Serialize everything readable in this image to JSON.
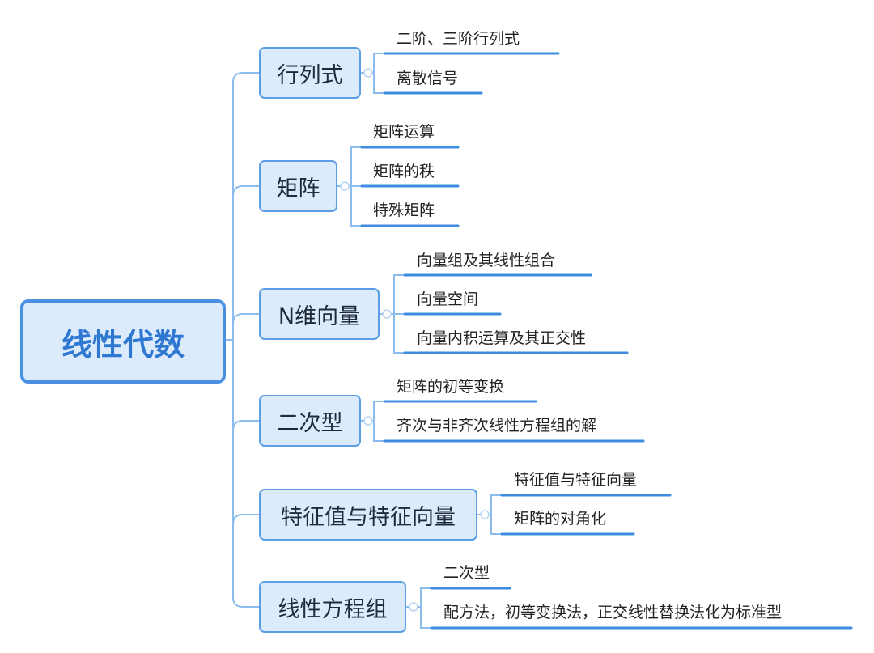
{
  "root": {
    "label": "线性代数"
  },
  "branches": [
    {
      "label": "行列式",
      "children": [
        "二阶、三阶行列式",
        "离散信号"
      ]
    },
    {
      "label": "矩阵",
      "children": [
        "矩阵运算",
        "矩阵的秩",
        "特殊矩阵"
      ]
    },
    {
      "label": "N维向量",
      "children": [
        "向量组及其线性组合",
        "向量空间",
        "向量内积运算及其正交性"
      ]
    },
    {
      "label": "二次型",
      "children": [
        "矩阵的初等变换",
        "齐次与非齐次线性方程组的解"
      ]
    },
    {
      "label": "特征值与特征向量",
      "children": [
        "特征值与特征向量",
        "矩阵的对角化"
      ]
    },
    {
      "label": "线性方程组",
      "children": [
        "二次型",
        "配方法，初等变换法，正交线性替换法化为标准型"
      ]
    }
  ],
  "colors": {
    "line": "#5b9ee6",
    "underline": "#3d8ce0",
    "node_fill": "#dcebfb",
    "root_text": "#2e78d2"
  }
}
